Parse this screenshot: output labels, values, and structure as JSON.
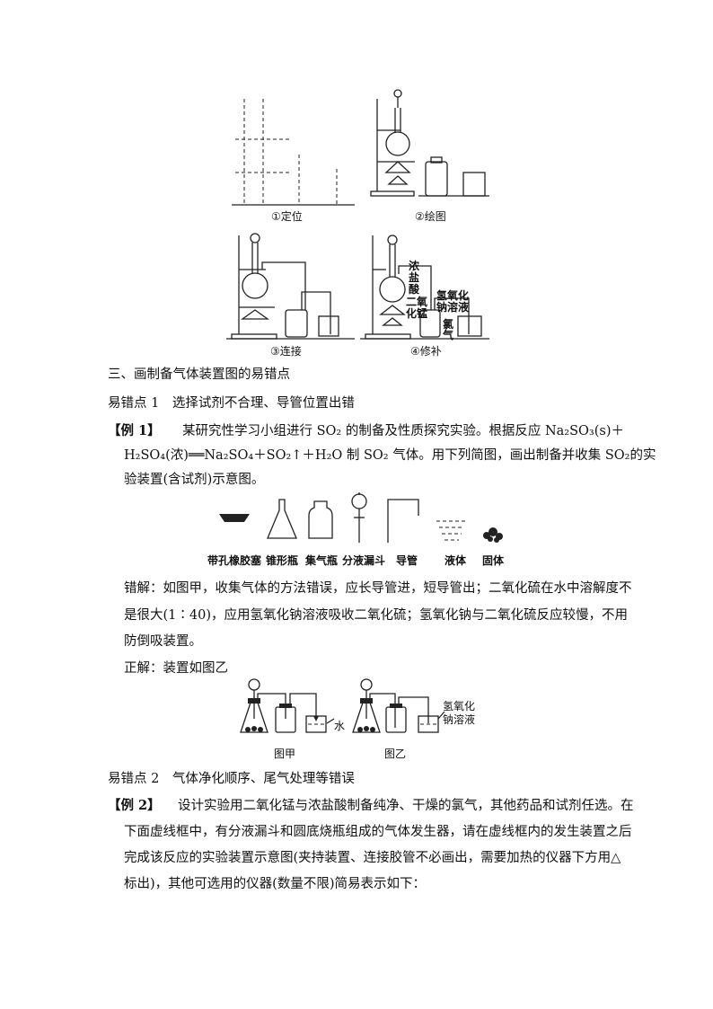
{
  "figure_top": {
    "caption1": "①定位",
    "caption2": "②绘图",
    "caption3": "③连接",
    "caption4": "④修补",
    "label_hcl_1": "浓",
    "label_hcl_2": "盐",
    "label_hcl_3": "酸",
    "label_mno2_1": "二氧",
    "label_mno2_2": "化锰",
    "label_naoh_1": "氢氧化",
    "label_naoh_2": "钠溶液",
    "label_cl2_1": "氯",
    "label_cl2_2": "气"
  },
  "section3_title": "三、画制备气体装置图的易错点",
  "point1_title": "易错点 1　选择试剂不合理、导管位置出错",
  "example1": {
    "label": "【例 1】",
    "line1": "某研究性学习小组进行 SO₂ 的制备及性质探究实验。根据反应 Na₂SO₃(s)＋",
    "line2": "H₂SO₄(浓)══Na₂SO₄＋SO₂↑＋H₂O 制 SO₂ 气体。用下列简图，画出制备并收集 SO₂的实",
    "line3": "验装置(含试剂)示意图。"
  },
  "apparatus": {
    "stopper": "带孔橡胶塞",
    "conical_flask": "锥形瓶",
    "gas_bottle": "集气瓶",
    "funnel": "分液漏斗",
    "tube": "导管",
    "liquid": "液体",
    "solid": "固体"
  },
  "wrong_answer": {
    "line1": "错解：如图甲，收集气体的方法错误，应长导管进，短导管出；二氧化硫在水中溶解度不",
    "line2": "是很大(1∶40)，应用氢氧化钠溶液吸收二氧化硫；氢氧化钠与二氧化硫反应较慢，不用",
    "line3": "防倒吸装置。"
  },
  "correct_answer": "正解：装置如图乙",
  "figure_mid": {
    "cap_a": "图甲",
    "cap_b": "图乙",
    "water": "水",
    "naoh_1": "氢氧化",
    "naoh_2": "钠溶液"
  },
  "point2_title": "易错点 2　气体净化顺序、尾气处理等错误",
  "example2": {
    "label": "【例 2】",
    "line1": "设计实验用二氧化锰与浓盐酸制备纯净、干燥的氯气，其他药品和试剂任选。在",
    "line2": "下面虚线框中，有分液漏斗和圆底烧瓶组成的气体发生器，请在虚线框内的发生装置之后",
    "line3": "完成该反应的实验装置示意图(夹持装置、连接胶管不必画出，需要加热的仪器下方用△",
    "line4": "标出)，其他可选用的仪器(数量不限)简易表示如下："
  }
}
